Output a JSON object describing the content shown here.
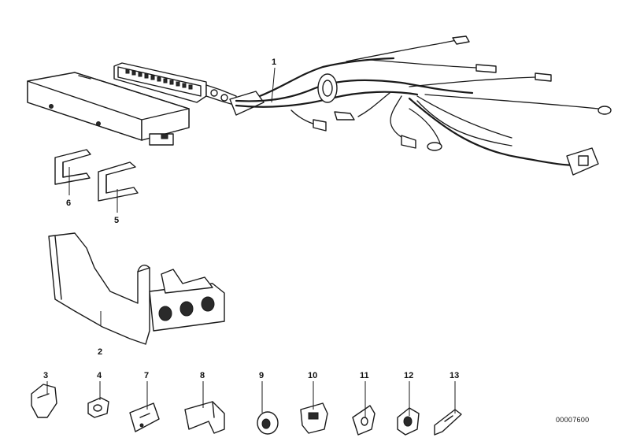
{
  "diagram": {
    "reference_number": "00007600",
    "callouts": [
      {
        "id": "1",
        "label": "1"
      },
      {
        "id": "2",
        "label": "2"
      },
      {
        "id": "3",
        "label": "3"
      },
      {
        "id": "4",
        "label": "4"
      },
      {
        "id": "5",
        "label": "5"
      },
      {
        "id": "6",
        "label": "6"
      },
      {
        "id": "7",
        "label": "7"
      },
      {
        "id": "8",
        "label": "8"
      },
      {
        "id": "9",
        "label": "9"
      },
      {
        "id": "10",
        "label": "10"
      },
      {
        "id": "11",
        "label": "11"
      },
      {
        "id": "12",
        "label": "12"
      },
      {
        "id": "13",
        "label": "13"
      }
    ]
  }
}
